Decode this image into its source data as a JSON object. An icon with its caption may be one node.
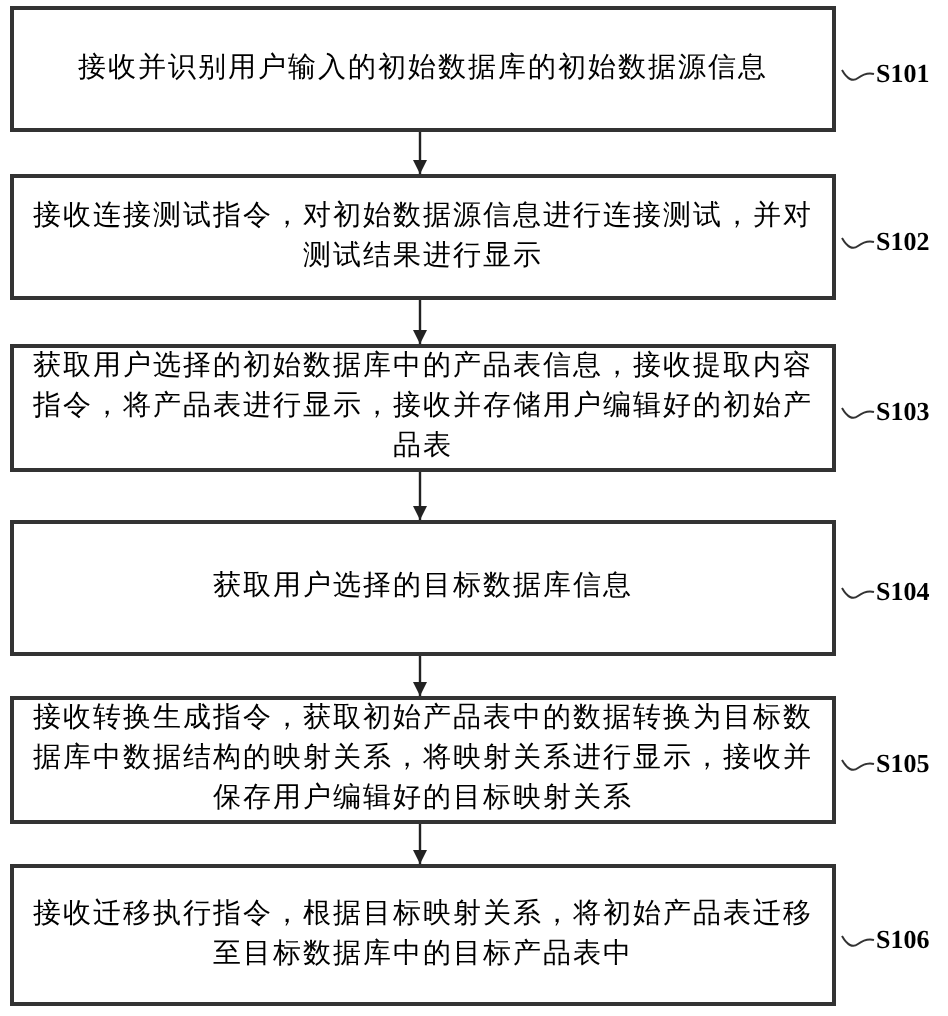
{
  "diagram": {
    "nodes": [
      {
        "text": [
          "接收并识别用户输入的初始数据库的初始数据源信息"
        ],
        "beside": [
          "S101"
        ]
      },
      {
        "text": [
          "接收连接测试指令，对初始数据源信息进行连接测试，并对测试结果进行显示"
        ],
        "beside": [
          "S102"
        ]
      },
      {
        "text": [
          "获取用户选择的初始数据库中的产品表信息，接收提取内容指令，将产品表进行显示，接收并存储用户编辑好的初始产品表"
        ],
        "beside": [
          "S103"
        ]
      },
      {
        "text": [
          "获取用户选择的目标数据库信息"
        ],
        "beside": [
          "S104"
        ]
      },
      {
        "text": [
          "接收转换生成指令，获取初始产品表中的数据转换为目标数据库中数据结构的映射关系，将映射关系进行显示，接收并保存用户编辑好的目标映射关系"
        ],
        "beside": [
          "S105"
        ]
      },
      {
        "text": [
          "接收迁移执行指令，根据目标映射关系，将初始产品表迁移至目标数据库中的目标产品表中"
        ],
        "beside": [
          "S106"
        ]
      }
    ],
    "edges": [
      {
        "from": 0,
        "to": 1,
        "arrow": "to"
      },
      {
        "from": 1,
        "to": 2,
        "arrow": "to"
      },
      {
        "from": 2,
        "to": 3,
        "arrow": "to"
      },
      {
        "from": 3,
        "to": 4,
        "arrow": "to"
      },
      {
        "from": 4,
        "to": 5,
        "arrow": "to"
      }
    ]
  }
}
